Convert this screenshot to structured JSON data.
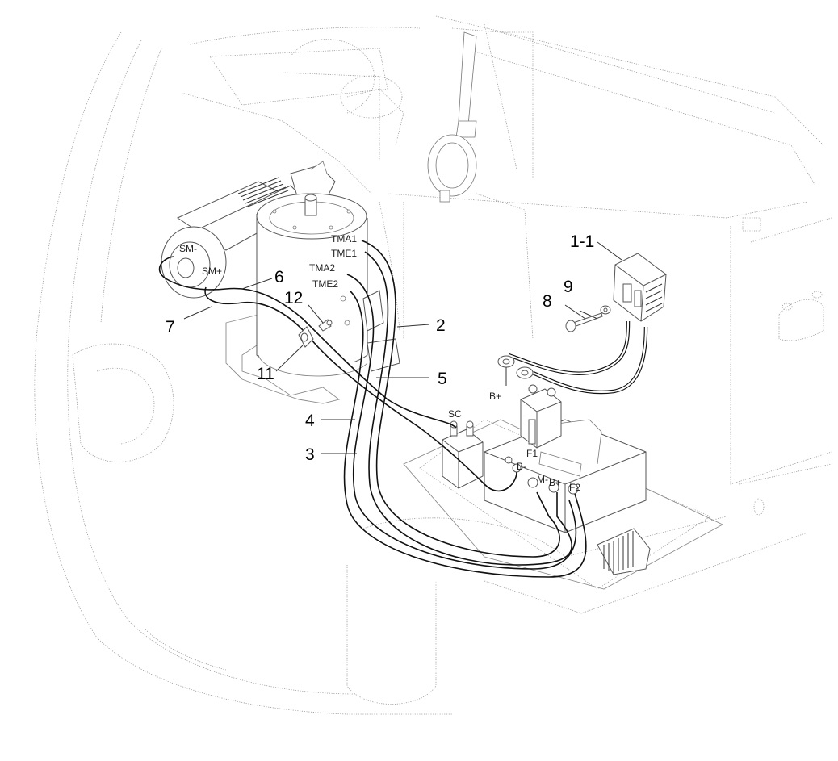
{
  "callouts": {
    "c_1_1": "1-1",
    "c_2": "2",
    "c_3": "3",
    "c_4": "4",
    "c_5": "5",
    "c_6": "6",
    "c_7": "7",
    "c_8": "8",
    "c_9": "9",
    "c_11": "11",
    "c_12": "12"
  },
  "terminals": {
    "sm_minus": "SM-",
    "sm_plus": "SM+",
    "tma1": "TMA1",
    "tme1": "TME1",
    "tma2": "TMA2",
    "tme2": "TME2",
    "sc": "SC",
    "b_plus_top": "B+",
    "f1": "F1",
    "b_minus": "B-",
    "m_minus": "M-",
    "b_plus": "B+",
    "f2": "F2"
  }
}
